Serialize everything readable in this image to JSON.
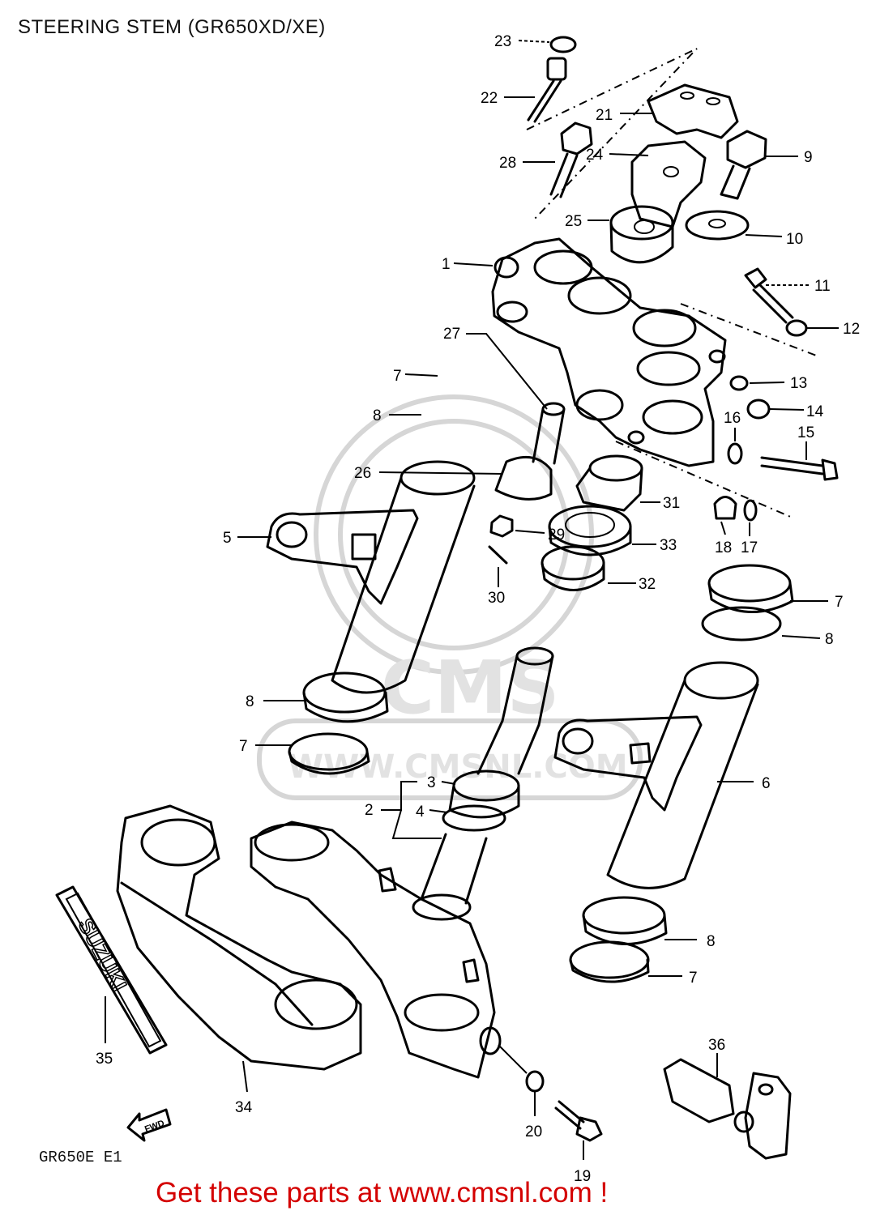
{
  "title": "STEERING STEM (GR650XD/XE)",
  "footer": "Get these parts at www.cmsnl.com !",
  "diagram_code": "GR650E E1",
  "watermark": {
    "text": "CMS",
    "url": "WWW.CMSNL.COM"
  },
  "fwd_label": "FWD",
  "emblem_text": "SUZUKI",
  "callouts": [
    "1",
    "2",
    "3",
    "4",
    "5",
    "6",
    "7",
    "8",
    "9",
    "10",
    "11",
    "12",
    "13",
    "14",
    "15",
    "16",
    "17",
    "18",
    "19",
    "20",
    "21",
    "22",
    "23",
    "24",
    "25",
    "26",
    "27",
    "28",
    "29",
    "30",
    "31",
    "32",
    "33",
    "34",
    "35",
    "36",
    "7",
    "8",
    "7",
    "8",
    "7",
    "8"
  ],
  "colors": {
    "footer": "#d40000",
    "ink": "#000000",
    "watermark": "#d6d6d6"
  }
}
